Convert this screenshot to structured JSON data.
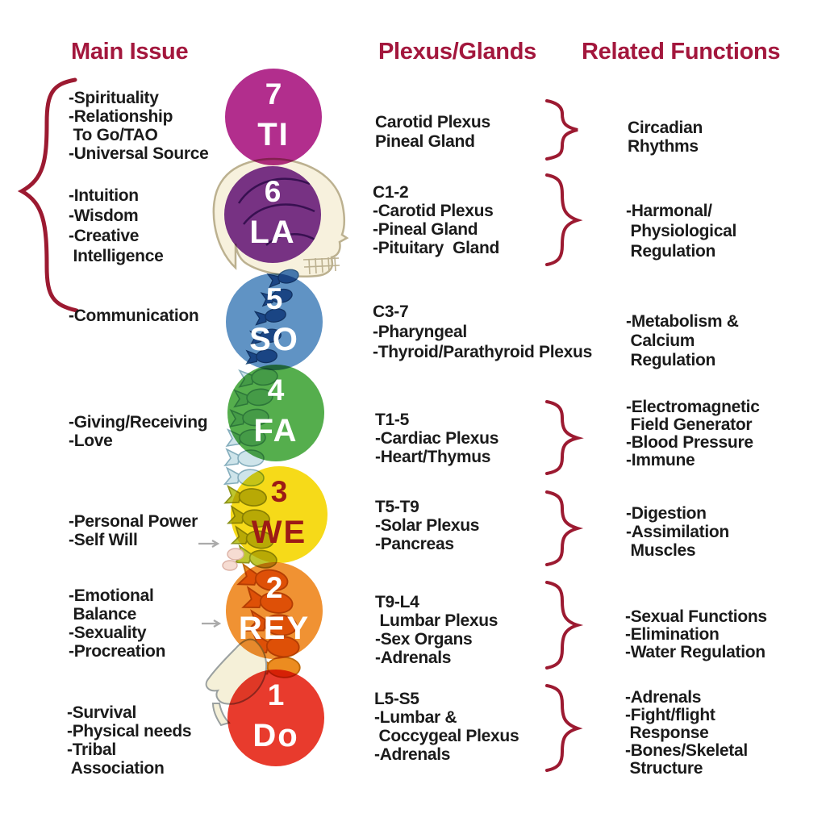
{
  "headers": {
    "main_issue": "Main Issue",
    "plexus_glands": "Plexus/Glands",
    "related_functions": "Related Functions"
  },
  "colors": {
    "accent": "#a3173d",
    "brace": "#9c1a31",
    "text": "#1b1b1b"
  },
  "rows": [
    {
      "id": "7",
      "number": "7",
      "syllable": "TI",
      "circle_color": "#b22e8d",
      "label_color": "#ffffff",
      "has_brace": true,
      "main_issues": [
        "-Spirituality",
        "-Relationship",
        " To Go/TAO",
        "-Universal Source"
      ],
      "plexus_glands": [
        "Carotid Plexus",
        "Pineal Gland"
      ],
      "related_functions": [
        "Circadian",
        "Rhythms"
      ]
    },
    {
      "id": "6",
      "number": "6",
      "syllable": "LA",
      "circle_color": "#7b3597",
      "label_color": "#ffffff",
      "has_brace": true,
      "main_issues": [
        "-Intuition",
        "-Wisdom",
        "-Creative",
        " Intelligence"
      ],
      "plexus_glands": [
        "C1-2",
        "-Carotid Plexus",
        "-Pineal Gland",
        "-Pituitary  Gland"
      ],
      "related_functions": [
        "-Harmonal/",
        " Physiological",
        " Regulation"
      ]
    },
    {
      "id": "5",
      "number": "5",
      "syllable": "SO",
      "circle_color": "#6093c4",
      "label_color": "#ffffff",
      "has_brace": false,
      "main_issues": [
        "-Communication"
      ],
      "plexus_glands": [
        "C3-7",
        "-Pharyngeal",
        "-Thyroid/Parathyroid Plexus"
      ],
      "related_functions": [
        "-Metabolism &",
        " Calcium",
        " Regulation"
      ]
    },
    {
      "id": "4",
      "number": "4",
      "syllable": "FA",
      "circle_color": "#55ae4d",
      "label_color": "#ffffff",
      "has_brace": true,
      "main_issues": [
        "-Giving/Receiving",
        "-Love"
      ],
      "plexus_glands": [
        "T1-5",
        "-Cardiac Plexus",
        "-Heart/Thymus"
      ],
      "related_functions": [
        "-Electromagnetic",
        " Field Generator",
        "-Blood Pressure",
        "-Immune"
      ]
    },
    {
      "id": "3",
      "number": "3",
      "syllable": "WE",
      "circle_color": "#f6da19",
      "label_color": "#9c1b16",
      "has_brace": true,
      "main_issues": [
        "-Personal Power",
        "-Self Will"
      ],
      "plexus_glands": [
        "T5-T9",
        "-Solar Plexus",
        "-Pancreas"
      ],
      "related_functions": [
        "-Digestion",
        "-Assimilation",
        " Muscles"
      ]
    },
    {
      "id": "2",
      "number": "2",
      "syllable": "REY",
      "circle_color": "#f09233",
      "label_color": "#ffffff",
      "has_brace": true,
      "main_issues": [
        "-Emotional",
        " Balance",
        "-Sexuality",
        "-Procreation"
      ],
      "plexus_glands": [
        "T9-L4",
        " Lumbar Plexus",
        "-Sex Organs",
        "-Adrenals"
      ],
      "related_functions": [
        "-Sexual Functions",
        "-Elimination",
        "-Water Regulation"
      ]
    },
    {
      "id": "1",
      "number": "1",
      "syllable": "Do",
      "circle_color": "#e83b2d",
      "label_color": "#ffffff",
      "has_brace": true,
      "main_issues": [
        "-Survival",
        "-Physical needs",
        "-Tribal",
        " Association"
      ],
      "plexus_glands": [
        "L5-S5",
        "-Lumbar &",
        " Coccygeal Plexus",
        "-Adrenals"
      ],
      "related_functions": [
        "-Adrenals",
        "-Fight/flight",
        " Response",
        "-Bones/Skeletal",
        " Structure"
      ]
    }
  ]
}
